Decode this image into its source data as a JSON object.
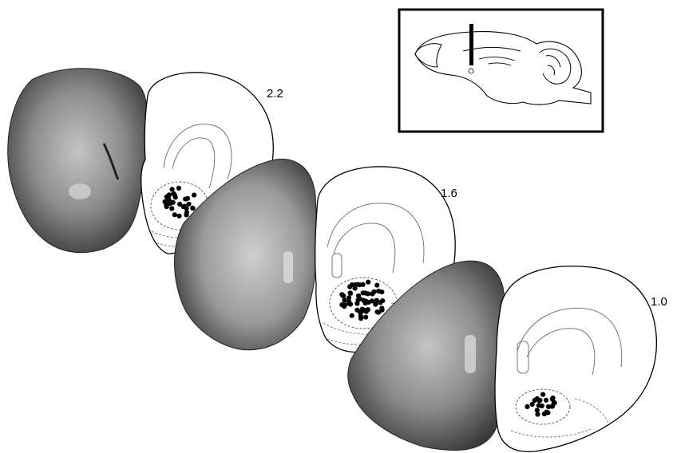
{
  "figure": {
    "sections": [
      {
        "label": "2.2",
        "dots": 32
      },
      {
        "label": "1.6",
        "dots": 58
      },
      {
        "label": "1.0",
        "dots": 22
      }
    ],
    "colors": {
      "ink": "#000000",
      "tissue_dark": "#3a3a3a",
      "tissue_mid": "#8a8a8a",
      "tissue_light": "#bdbdbd",
      "paper": "#ffffff"
    }
  }
}
